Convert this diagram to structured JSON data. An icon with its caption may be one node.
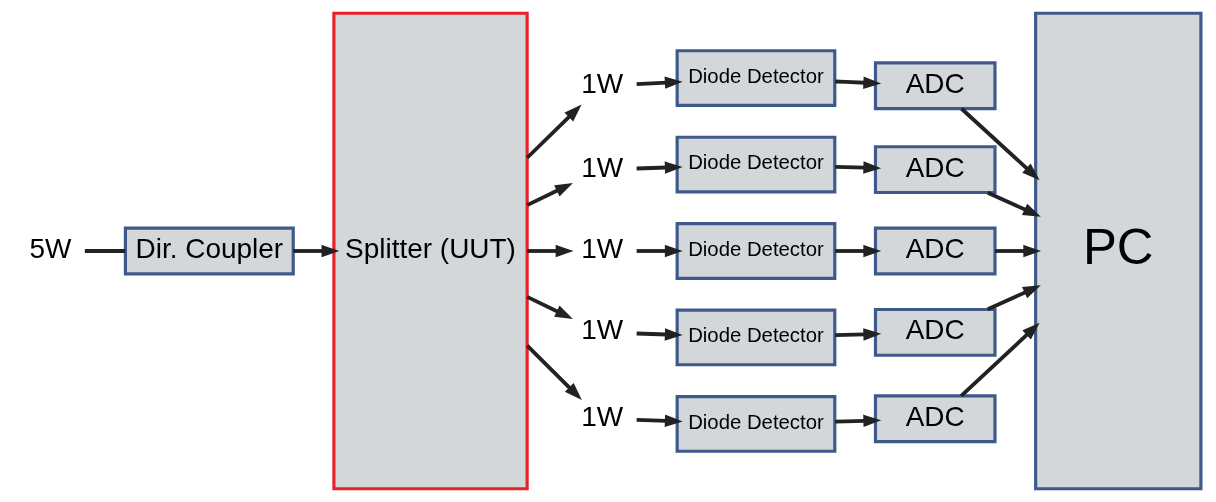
{
  "diagram": {
    "nodes": [
      {
        "text": [
          "5W"
        ]
      },
      {
        "text": [
          "Dir. Coupler"
        ]
      },
      {
        "text": [
          "Splitter (UUT)"
        ]
      },
      {
        "text": [
          "1W"
        ]
      },
      {
        "text": [
          "Diode Detector"
        ]
      },
      {
        "text": [
          "ADC"
        ]
      },
      {
        "text": [
          "1W"
        ]
      },
      {
        "text": [
          "Diode Detector"
        ]
      },
      {
        "text": [
          "ADC"
        ]
      },
      {
        "text": [
          "1W"
        ]
      },
      {
        "text": [
          "Diode Detector"
        ]
      },
      {
        "text": [
          "ADC"
        ]
      },
      {
        "text": [
          "1W"
        ]
      },
      {
        "text": [
          "Diode Detector"
        ]
      },
      {
        "text": [
          "ADC"
        ]
      },
      {
        "text": [
          "1W"
        ]
      },
      {
        "text": [
          "Diode Detector"
        ]
      },
      {
        "text": [
          "ADC"
        ]
      },
      {
        "text": [
          "PC"
        ]
      }
    ],
    "edges": [
      {
        "from": 0,
        "to": 1,
        "arrow": "none"
      },
      {
        "from": 1,
        "to": 2,
        "arrow": "to"
      },
      {
        "from": 2,
        "to": 3,
        "arrow": "to"
      },
      {
        "from": 3,
        "to": 4,
        "arrow": "to"
      },
      {
        "from": 4,
        "to": 5,
        "arrow": "to"
      },
      {
        "from": 5,
        "to": 18,
        "arrow": "to"
      },
      {
        "from": 2,
        "to": 6,
        "arrow": "to"
      },
      {
        "from": 6,
        "to": 7,
        "arrow": "to"
      },
      {
        "from": 7,
        "to": 8,
        "arrow": "to"
      },
      {
        "from": 8,
        "to": 18,
        "arrow": "to"
      },
      {
        "from": 2,
        "to": 9,
        "arrow": "to"
      },
      {
        "from": 9,
        "to": 10,
        "arrow": "to"
      },
      {
        "from": 10,
        "to": 11,
        "arrow": "to"
      },
      {
        "from": 11,
        "to": 18,
        "arrow": "to"
      },
      {
        "from": 2,
        "to": 12,
        "arrow": "to"
      },
      {
        "from": 12,
        "to": 13,
        "arrow": "to"
      },
      {
        "from": 13,
        "to": 14,
        "arrow": "to"
      },
      {
        "from": 14,
        "to": 18,
        "arrow": "to"
      },
      {
        "from": 2,
        "to": 15,
        "arrow": "to"
      },
      {
        "from": 15,
        "to": 16,
        "arrow": "to"
      },
      {
        "from": 16,
        "to": 17,
        "arrow": "to"
      },
      {
        "from": 17,
        "to": 18,
        "arrow": "to"
      }
    ]
  }
}
